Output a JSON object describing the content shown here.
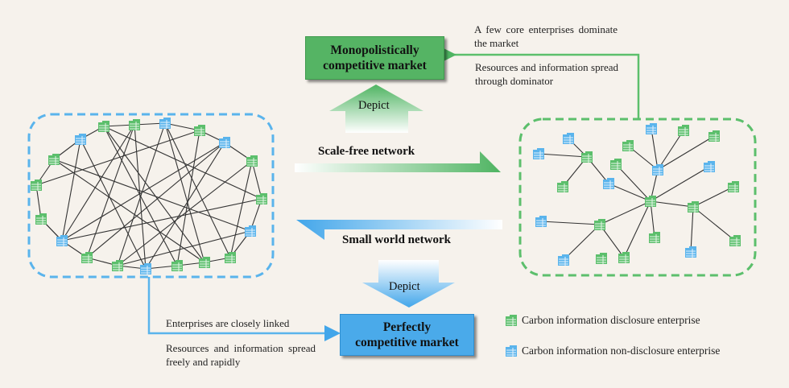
{
  "colors": {
    "background": "#f6f2ec",
    "disclosure_green": "#5cbf6c",
    "non_disclosure_blue": "#5ab4ec",
    "edge": "#333333"
  },
  "monopolistic_box": {
    "line1": "Monopolistically",
    "line2": "competitive market"
  },
  "perfect_box": {
    "line1": "Perfectly",
    "line2": "competitive market"
  },
  "top_notes": {
    "dominate": "A few core enterprises dominate the market",
    "spread": "Resources and information spread through dominator"
  },
  "bottom_notes": {
    "linked": "Enterprises are closely linked",
    "spread": "Resources and information spread freely and rapidly"
  },
  "arrows": {
    "depict_up": "Depict",
    "depict_down": "Depict",
    "scale_free": "Scale-free network",
    "small_world": "Small world network"
  },
  "legend": [
    {
      "type": "disclosure",
      "icon": "building-icon",
      "label": "Carbon information disclosure enterprise"
    },
    {
      "type": "non-disclosure",
      "icon": "building-icon",
      "label": "Carbon information non-disclosure enterprise"
    }
  ],
  "small_world_network": {
    "nodes": [
      {
        "id": "L0",
        "type": "disclosure"
      },
      {
        "id": "L1",
        "type": "disclosure"
      },
      {
        "id": "L2",
        "type": "non-disclosure"
      },
      {
        "id": "L3",
        "type": "disclosure"
      },
      {
        "id": "L4",
        "type": "non-disclosure"
      },
      {
        "id": "L5",
        "type": "disclosure"
      },
      {
        "id": "L6",
        "type": "disclosure"
      },
      {
        "id": "L7",
        "type": "non-disclosure"
      },
      {
        "id": "L8",
        "type": "disclosure"
      },
      {
        "id": "L9",
        "type": "disclosure"
      },
      {
        "id": "L10",
        "type": "disclosure"
      },
      {
        "id": "L11",
        "type": "non-disclosure"
      },
      {
        "id": "L12",
        "type": "disclosure"
      },
      {
        "id": "L13",
        "type": "disclosure"
      },
      {
        "id": "L14",
        "type": "non-disclosure"
      },
      {
        "id": "L15",
        "type": "disclosure"
      },
      {
        "id": "L16",
        "type": "disclosure"
      },
      {
        "id": "L17",
        "type": "disclosure"
      },
      {
        "id": "L18",
        "type": "non-disclosure"
      }
    ],
    "edges": [
      [
        "L0",
        "L1"
      ],
      [
        "L1",
        "L2"
      ],
      [
        "L2",
        "L3"
      ],
      [
        "L3",
        "L4"
      ],
      [
        "L4",
        "L5"
      ],
      [
        "L5",
        "L6"
      ],
      [
        "L6",
        "L7"
      ],
      [
        "L7",
        "L8"
      ],
      [
        "L8",
        "L9"
      ],
      [
        "L9",
        "L10"
      ],
      [
        "L10",
        "L11"
      ],
      [
        "L11",
        "L12"
      ],
      [
        "L12",
        "L13"
      ],
      [
        "L13",
        "L14"
      ],
      [
        "L14",
        "L15"
      ],
      [
        "L15",
        "L16"
      ],
      [
        "L16",
        "L17"
      ],
      [
        "L17",
        "L18"
      ],
      [
        "L18",
        "L0"
      ],
      [
        "L0",
        "L9"
      ],
      [
        "L0",
        "L10"
      ],
      [
        "L1",
        "L14"
      ],
      [
        "L1",
        "L13"
      ],
      [
        "L2",
        "L8"
      ],
      [
        "L2",
        "L12"
      ],
      [
        "L2",
        "L9"
      ],
      [
        "L3",
        "L16"
      ],
      [
        "L3",
        "L10"
      ],
      [
        "L4",
        "L13"
      ],
      [
        "L4",
        "L11"
      ],
      [
        "L5",
        "L8"
      ],
      [
        "L5",
        "L12"
      ],
      [
        "L6",
        "L14"
      ],
      [
        "L7",
        "L12"
      ],
      [
        "L17",
        "L7"
      ],
      [
        "L17",
        "L9"
      ],
      [
        "L18",
        "L11"
      ],
      [
        "L18",
        "L14"
      ],
      [
        "L15",
        "L14"
      ],
      [
        "L0",
        "L6"
      ],
      [
        "L4",
        "L14"
      ],
      [
        "L1",
        "L11"
      ]
    ]
  },
  "scale_free_network": {
    "nodes": [
      {
        "id": "R0",
        "type": "non-disclosure"
      },
      {
        "id": "R1",
        "type": "non-disclosure"
      },
      {
        "id": "R2",
        "type": "disclosure"
      },
      {
        "id": "R3",
        "type": "disclosure"
      },
      {
        "id": "R4",
        "type": "non-disclosure"
      },
      {
        "id": "R5",
        "type": "disclosure"
      },
      {
        "id": "R6",
        "type": "disclosure"
      },
      {
        "id": "R7",
        "type": "non-disclosure"
      },
      {
        "id": "R8",
        "type": "disclosure"
      },
      {
        "id": "R9",
        "type": "disclosure"
      },
      {
        "id": "R10",
        "type": "non-disclosure"
      },
      {
        "id": "R11",
        "type": "non-disclosure"
      },
      {
        "id": "R12",
        "type": "disclosure"
      },
      {
        "id": "R13",
        "type": "disclosure"
      },
      {
        "id": "R14",
        "type": "disclosure"
      },
      {
        "id": "R15",
        "type": "non-disclosure"
      },
      {
        "id": "R16",
        "type": "disclosure"
      },
      {
        "id": "R17",
        "type": "disclosure"
      },
      {
        "id": "R18",
        "type": "disclosure"
      },
      {
        "id": "R19",
        "type": "non-disclosure"
      },
      {
        "id": "R20",
        "type": "disclosure"
      },
      {
        "id": "R21",
        "type": "non-disclosure"
      },
      {
        "id": "R22",
        "type": "disclosure"
      }
    ],
    "edges": [
      [
        "R0",
        "R2"
      ],
      [
        "R1",
        "R2"
      ],
      [
        "R2",
        "R3"
      ],
      [
        "R2",
        "R4"
      ],
      [
        "R4",
        "R13"
      ],
      [
        "R5",
        "R13"
      ],
      [
        "R6",
        "R10"
      ],
      [
        "R7",
        "R10"
      ],
      [
        "R8",
        "R10"
      ],
      [
        "R9",
        "R10"
      ],
      [
        "R10",
        "R13"
      ],
      [
        "R11",
        "R13"
      ],
      [
        "R13",
        "R14"
      ],
      [
        "R14",
        "R12"
      ],
      [
        "R14",
        "R18"
      ],
      [
        "R14",
        "R19"
      ],
      [
        "R13",
        "R16"
      ],
      [
        "R13",
        "R17"
      ],
      [
        "R13",
        "R20"
      ],
      [
        "R16",
        "R15"
      ],
      [
        "R16",
        "R20"
      ],
      [
        "R16",
        "R21"
      ]
    ]
  }
}
